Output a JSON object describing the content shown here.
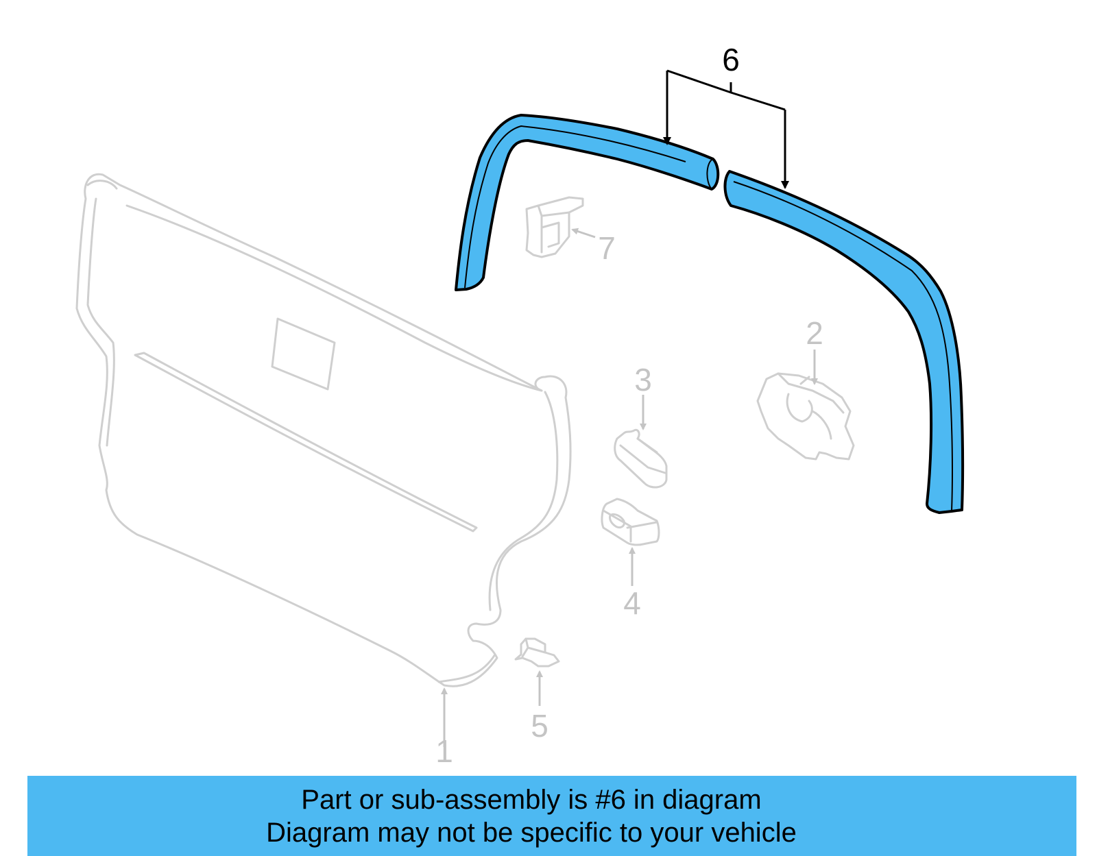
{
  "diagram": {
    "callouts": {
      "c1": "1",
      "c2": "2",
      "c3": "3",
      "c4": "4",
      "c5": "5",
      "c6": "6",
      "c7": "7"
    },
    "highlighted_part": "6",
    "colors": {
      "highlight": "#4db9f2",
      "ghost_line": "#cfcfcf",
      "ghost_label": "#c4c4c4",
      "outline": "#000000"
    }
  },
  "caption": {
    "line1": "Part or sub-assembly is #6 in diagram",
    "line2": "Diagram may not be specific to your vehicle"
  }
}
